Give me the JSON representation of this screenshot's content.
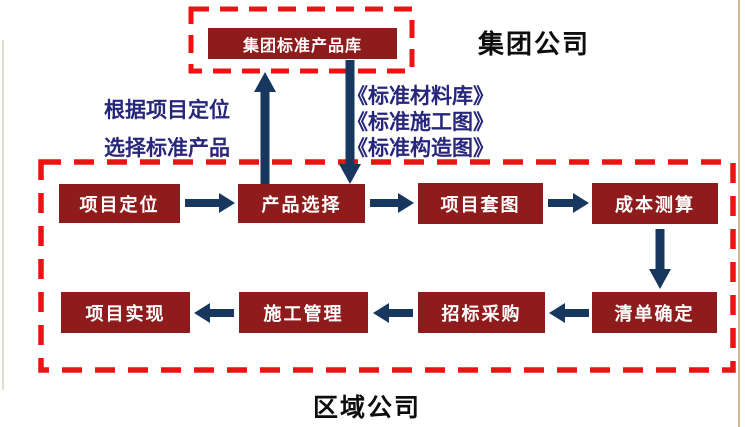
{
  "header": {
    "top_box_label": "集团标准产品库",
    "group_label": "集团公司"
  },
  "side_note": {
    "line1": "根据项目定位",
    "line2": "选择标准产品"
  },
  "docs_note": {
    "line1": "《标准材料库》",
    "line2": "《标准施工图》",
    "line3": "《标准构造图》"
  },
  "flow": {
    "row1": [
      "项目定位",
      "产品选择",
      "项目套图",
      "成本测算"
    ],
    "row2": [
      "项目实现",
      "施工管理",
      "招标采购",
      "清单确定"
    ]
  },
  "footer": {
    "region_label": "区域公司"
  },
  "colors": {
    "node_fill": "#8e1c1c",
    "arrow": "#17375e",
    "dashed_border": "#ee1212",
    "side_text": "#26267b",
    "title_text": "#0d0d0d"
  }
}
